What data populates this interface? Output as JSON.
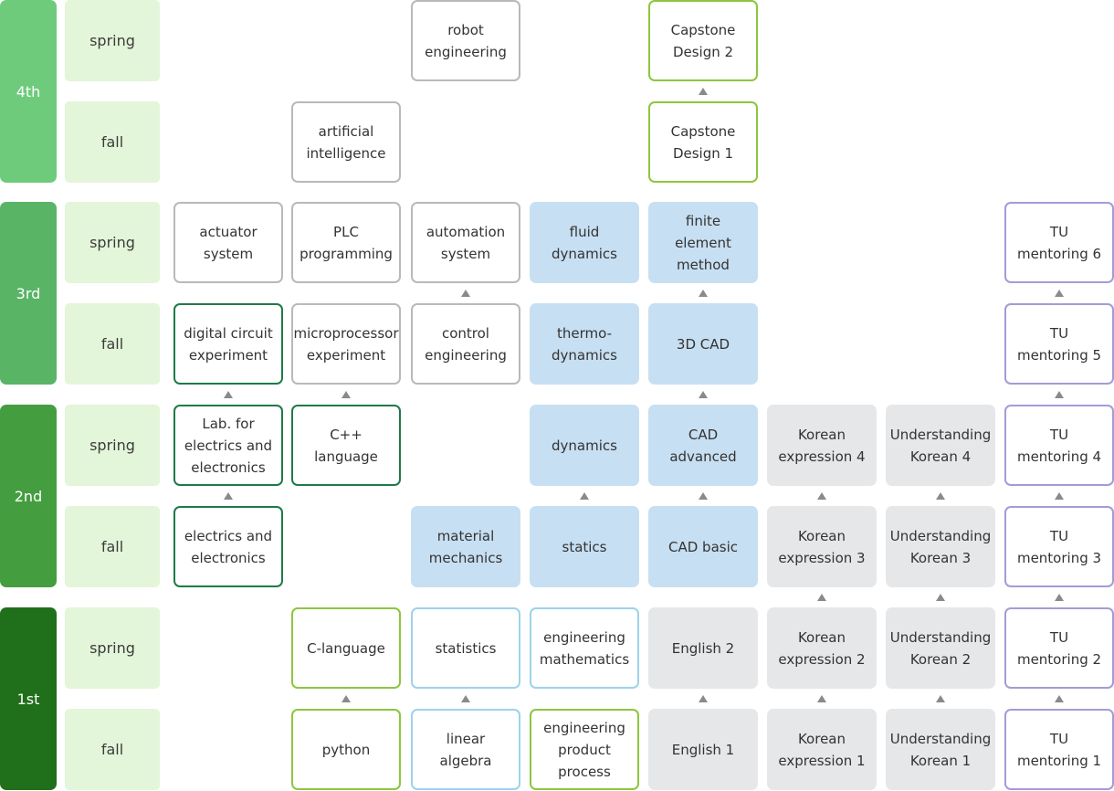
{
  "years": [
    {
      "label": "4th",
      "color": "#6ecb7c"
    },
    {
      "label": "3rd",
      "color": "#59b466"
    },
    {
      "label": "2nd",
      "color": "#449e3f"
    },
    {
      "label": "1st",
      "color": "#206f1a"
    }
  ],
  "semesters": [
    "spring",
    "fall"
  ],
  "courses": [
    {
      "id": "robot-engineering",
      "label": "robot\nengineering",
      "year": 0,
      "sem": 0,
      "col": 2,
      "style": "outline-gray"
    },
    {
      "id": "capstone-design-2",
      "label": "Capstone\nDesign 2",
      "year": 0,
      "sem": 0,
      "col": 4,
      "style": "outline-lime"
    },
    {
      "id": "artificial-intelligence",
      "label": "artificial\nintelligence",
      "year": 0,
      "sem": 1,
      "col": 1,
      "style": "outline-gray"
    },
    {
      "id": "capstone-design-1",
      "label": "Capstone\nDesign 1",
      "year": 0,
      "sem": 1,
      "col": 4,
      "style": "outline-lime"
    },
    {
      "id": "actuator-system",
      "label": "actuator\nsystem",
      "year": 1,
      "sem": 0,
      "col": 0,
      "style": "outline-gray"
    },
    {
      "id": "plc-programming",
      "label": "PLC\nprogramming",
      "year": 1,
      "sem": 0,
      "col": 1,
      "style": "outline-gray"
    },
    {
      "id": "automation-system",
      "label": "automation\nsystem",
      "year": 1,
      "sem": 0,
      "col": 2,
      "style": "outline-gray"
    },
    {
      "id": "fluid-dynamics",
      "label": "fluid\ndynamics",
      "year": 1,
      "sem": 0,
      "col": 3,
      "style": "fill-blue"
    },
    {
      "id": "finite-element-method",
      "label": "finite\nelement\nmethod",
      "year": 1,
      "sem": 0,
      "col": 4,
      "style": "fill-blue"
    },
    {
      "id": "tu-mentoring-6",
      "label": "TU\nmentoring 6",
      "year": 1,
      "sem": 0,
      "col": 7,
      "style": "outline-purple"
    },
    {
      "id": "digital-circuit-experiment",
      "label": "digital circuit\nexperiment",
      "year": 1,
      "sem": 1,
      "col": 0,
      "style": "outline-dark"
    },
    {
      "id": "microprocessor-experiment",
      "label": "microprocessor\nexperiment",
      "year": 1,
      "sem": 1,
      "col": 1,
      "style": "outline-gray"
    },
    {
      "id": "control-engineering",
      "label": "control\nengineering",
      "year": 1,
      "sem": 1,
      "col": 2,
      "style": "outline-gray"
    },
    {
      "id": "thermo-dynamics",
      "label": "thermo-\ndynamics",
      "year": 1,
      "sem": 1,
      "col": 3,
      "style": "fill-blue"
    },
    {
      "id": "3d-cad",
      "label": "3D CAD",
      "year": 1,
      "sem": 1,
      "col": 4,
      "style": "fill-blue"
    },
    {
      "id": "tu-mentoring-5",
      "label": "TU\nmentoring 5",
      "year": 1,
      "sem": 1,
      "col": 7,
      "style": "outline-purple"
    },
    {
      "id": "lab-electrics-electronics",
      "label": "Lab. for\nelectrics and\nelectronics",
      "year": 2,
      "sem": 0,
      "col": 0,
      "style": "outline-dark"
    },
    {
      "id": "cpp-language",
      "label": "C++ language",
      "year": 2,
      "sem": 0,
      "col": 1,
      "style": "outline-dark"
    },
    {
      "id": "dynamics",
      "label": "dynamics",
      "year": 2,
      "sem": 0,
      "col": 3,
      "style": "fill-blue"
    },
    {
      "id": "cad-advanced",
      "label": "CAD\nadvanced",
      "year": 2,
      "sem": 0,
      "col": 4,
      "style": "fill-blue"
    },
    {
      "id": "korean-expression-4",
      "label": "Korean\nexpression 4",
      "year": 2,
      "sem": 0,
      "col": 5,
      "style": "fill-gray"
    },
    {
      "id": "understanding-korean-4",
      "label": "Understanding\nKorean 4",
      "year": 2,
      "sem": 0,
      "col": 6,
      "style": "fill-gray"
    },
    {
      "id": "tu-mentoring-4",
      "label": "TU\nmentoring 4",
      "year": 2,
      "sem": 0,
      "col": 7,
      "style": "outline-purple"
    },
    {
      "id": "electrics-electronics",
      "label": "electrics and\nelectronics",
      "year": 2,
      "sem": 1,
      "col": 0,
      "style": "outline-dark"
    },
    {
      "id": "material-mechanics",
      "label": "material\nmechanics",
      "year": 2,
      "sem": 1,
      "col": 2,
      "style": "fill-blue"
    },
    {
      "id": "statics",
      "label": "statics",
      "year": 2,
      "sem": 1,
      "col": 3,
      "style": "fill-blue"
    },
    {
      "id": "cad-basic",
      "label": "CAD basic",
      "year": 2,
      "sem": 1,
      "col": 4,
      "style": "fill-blue"
    },
    {
      "id": "korean-expression-3",
      "label": "Korean\nexpression 3",
      "year": 2,
      "sem": 1,
      "col": 5,
      "style": "fill-gray"
    },
    {
      "id": "understanding-korean-3",
      "label": "Understanding\nKorean 3",
      "year": 2,
      "sem": 1,
      "col": 6,
      "style": "fill-gray"
    },
    {
      "id": "tu-mentoring-3",
      "label": "TU\nmentoring 3",
      "year": 2,
      "sem": 1,
      "col": 7,
      "style": "outline-purple"
    },
    {
      "id": "c-language",
      "label": "C-language",
      "year": 3,
      "sem": 0,
      "col": 1,
      "style": "outline-lime"
    },
    {
      "id": "statistics",
      "label": "statistics",
      "year": 3,
      "sem": 0,
      "col": 2,
      "style": "outline-cyan"
    },
    {
      "id": "engineering-mathematics",
      "label": "engineering\nmathematics",
      "year": 3,
      "sem": 0,
      "col": 3,
      "style": "outline-cyan"
    },
    {
      "id": "english-2",
      "label": "English 2",
      "year": 3,
      "sem": 0,
      "col": 4,
      "style": "fill-gray"
    },
    {
      "id": "korean-expression-2",
      "label": "Korean\nexpression 2",
      "year": 3,
      "sem": 0,
      "col": 5,
      "style": "fill-gray"
    },
    {
      "id": "understanding-korean-2",
      "label": "Understanding\nKorean 2",
      "year": 3,
      "sem": 0,
      "col": 6,
      "style": "fill-gray"
    },
    {
      "id": "tu-mentoring-2",
      "label": "TU\nmentoring 2",
      "year": 3,
      "sem": 0,
      "col": 7,
      "style": "outline-purple"
    },
    {
      "id": "python",
      "label": "python",
      "year": 3,
      "sem": 1,
      "col": 1,
      "style": "outline-lime"
    },
    {
      "id": "linear-algebra",
      "label": "linear\nalgebra",
      "year": 3,
      "sem": 1,
      "col": 2,
      "style": "outline-cyan"
    },
    {
      "id": "engineering-product-process",
      "label": "engineering\nproduct\nprocess",
      "year": 3,
      "sem": 1,
      "col": 3,
      "style": "outline-lime"
    },
    {
      "id": "english-1",
      "label": "English 1",
      "year": 3,
      "sem": 1,
      "col": 4,
      "style": "fill-gray"
    },
    {
      "id": "korean-expression-1",
      "label": "Korean\nexpression 1",
      "year": 3,
      "sem": 1,
      "col": 5,
      "style": "fill-gray"
    },
    {
      "id": "understanding-korean-1",
      "label": "Understanding\nKorean 1",
      "year": 3,
      "sem": 1,
      "col": 6,
      "style": "fill-gray"
    },
    {
      "id": "tu-mentoring-1",
      "label": "TU\nmentoring 1",
      "year": 3,
      "sem": 1,
      "col": 7,
      "style": "outline-purple"
    }
  ],
  "prerequisites": [
    {
      "from": "capstone-design-1",
      "to": "capstone-design-2"
    },
    {
      "from": "3d-cad",
      "to": "finite-element-method"
    },
    {
      "from": "control-engineering",
      "to": "automation-system"
    },
    {
      "from": "tu-mentoring-5",
      "to": "tu-mentoring-6"
    },
    {
      "from": "lab-electrics-electronics",
      "to": "digital-circuit-experiment"
    },
    {
      "from": "cpp-language",
      "to": "microprocessor-experiment"
    },
    {
      "from": "cad-advanced",
      "to": "3d-cad"
    },
    {
      "from": "tu-mentoring-4",
      "to": "tu-mentoring-5"
    },
    {
      "from": "electrics-electronics",
      "to": "lab-electrics-electronics"
    },
    {
      "from": "statics",
      "to": "dynamics"
    },
    {
      "from": "cad-basic",
      "to": "cad-advanced"
    },
    {
      "from": "korean-expression-3",
      "to": "korean-expression-4"
    },
    {
      "from": "understanding-korean-3",
      "to": "understanding-korean-4"
    },
    {
      "from": "tu-mentoring-3",
      "to": "tu-mentoring-4"
    },
    {
      "from": "korean-expression-2",
      "to": "korean-expression-3"
    },
    {
      "from": "understanding-korean-2",
      "to": "understanding-korean-3"
    },
    {
      "from": "tu-mentoring-2",
      "to": "tu-mentoring-3"
    },
    {
      "from": "python",
      "to": "c-language"
    },
    {
      "from": "linear-algebra",
      "to": "statistics"
    },
    {
      "from": "english-1",
      "to": "english-2"
    },
    {
      "from": "korean-expression-1",
      "to": "korean-expression-2"
    },
    {
      "from": "understanding-korean-1",
      "to": "understanding-korean-2"
    },
    {
      "from": "tu-mentoring-1",
      "to": "tu-mentoring-2"
    }
  ]
}
